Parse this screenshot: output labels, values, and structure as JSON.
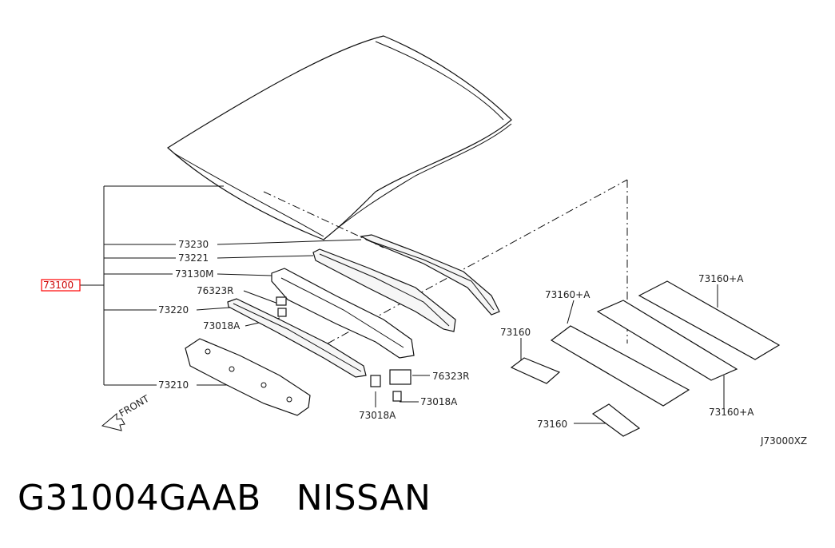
{
  "labels": {
    "main": "73100",
    "roof_outer": "73230",
    "rail_front": "73221",
    "bow_mid": "73130M",
    "bracket_r1": "76323R",
    "rail_rear": "73220",
    "clip_1": "73018A",
    "rail_rear_lower": "73210",
    "front": "FRONT",
    "pad_a_left": "73160+A",
    "pad_a_right_top": "73160+A",
    "pad_a_right_bottom": "73160+A",
    "pad_small_upper": "73160",
    "pad_small_lower": "73160",
    "bracket_r2": "76323R",
    "clip_2": "73018A",
    "clip_3": "73018A",
    "diagram_code": "J73000XZ"
  },
  "footer": {
    "part_number": "G31004GAAB",
    "brand": "NISSAN"
  },
  "colors": {
    "highlight": "#ff0000",
    "line": "#111111"
  }
}
